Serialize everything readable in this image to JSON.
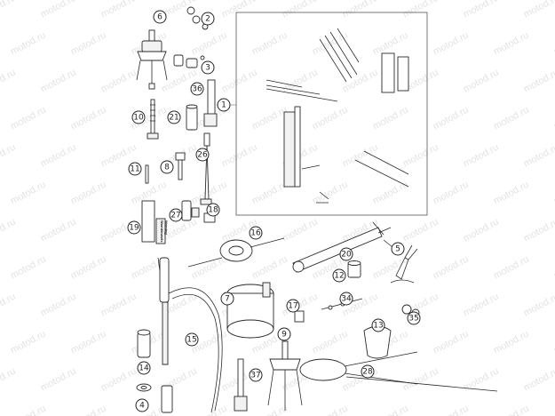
{
  "watermark": {
    "text": "motod.ru",
    "color": "#9a9a9a"
  },
  "callouts": [
    "1",
    "2",
    "3",
    "4",
    "5",
    "6",
    "7",
    "8",
    "9",
    "10",
    "11",
    "12",
    "13",
    "14",
    "15",
    "16",
    "17",
    "18",
    "19",
    "20",
    "21",
    "26",
    "27",
    "28",
    "34",
    "35",
    "36",
    "37"
  ],
  "sticker_text": [
    "Warnhinweis",
    "Warning",
    "Adviser"
  ],
  "colors": {
    "line": "#2a2a2a",
    "background": "#ffffff"
  }
}
